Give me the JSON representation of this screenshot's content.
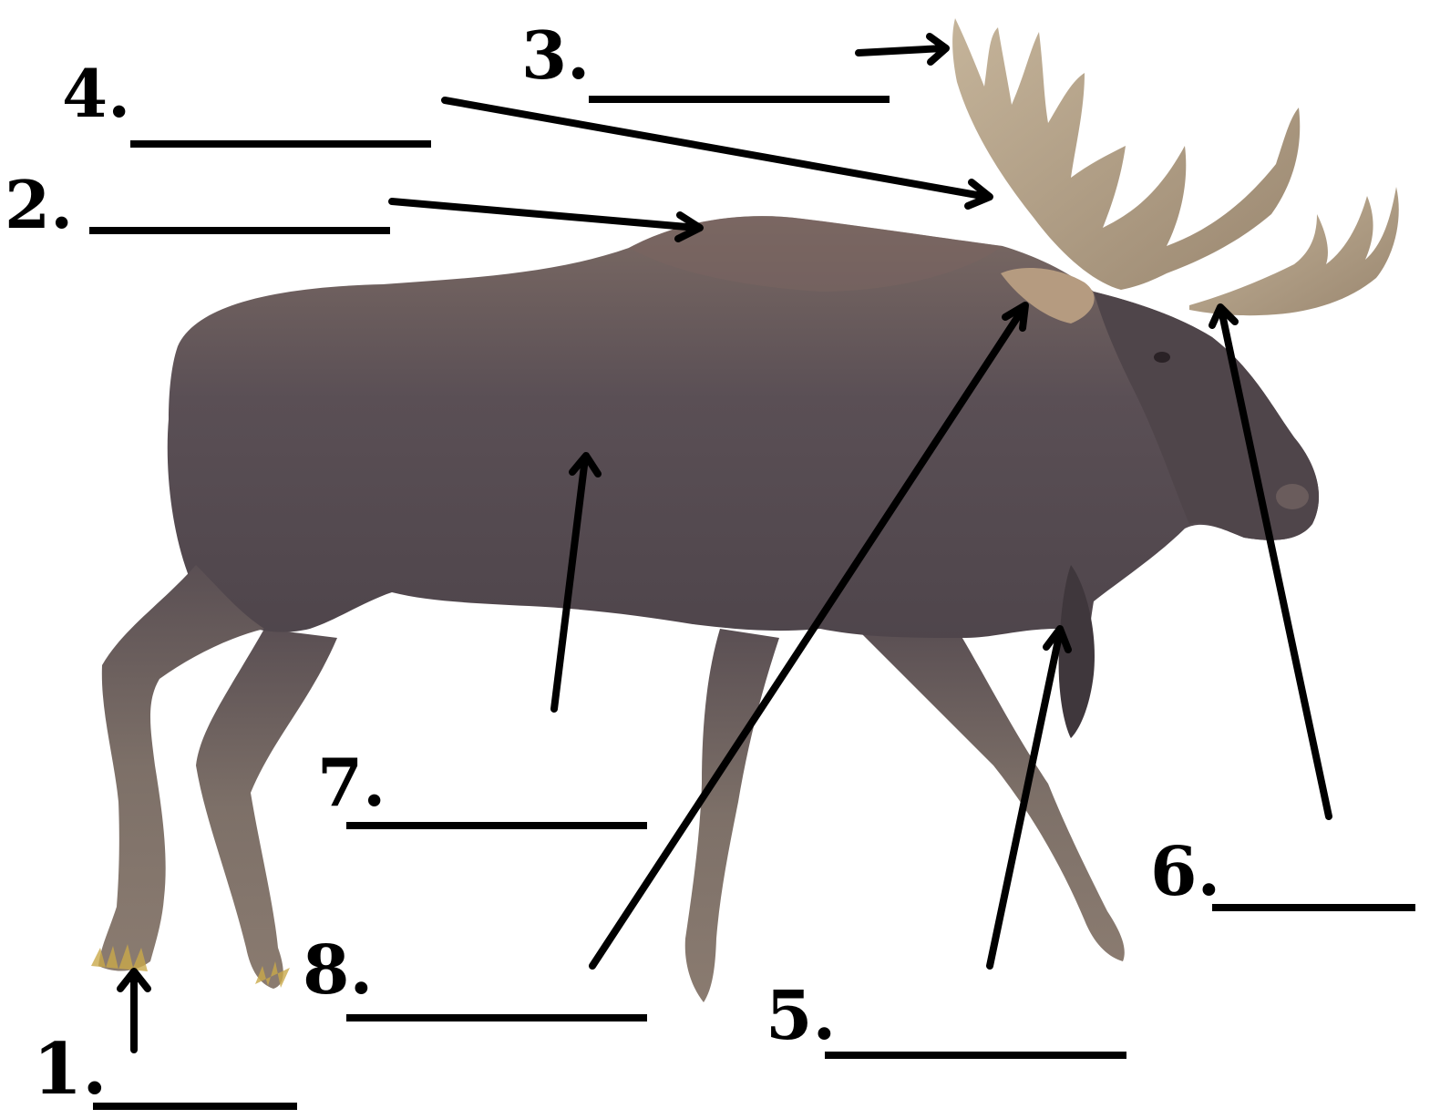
{
  "worksheet": {
    "labels": [
      {
        "id": "1",
        "text": "1."
      },
      {
        "id": "2",
        "text": "2."
      },
      {
        "id": "3",
        "text": "3."
      },
      {
        "id": "4",
        "text": "4."
      },
      {
        "id": "5",
        "text": "5."
      },
      {
        "id": "6",
        "text": "6."
      },
      {
        "id": "7",
        "text": "7."
      },
      {
        "id": "8",
        "text": "8."
      }
    ]
  },
  "colors": {
    "ink": "#000000",
    "fur_dark": "#4a4147",
    "fur_mid": "#5c5256",
    "fur_light": "#8a7a70",
    "antler": "#b7a58c",
    "leg": "#7d7068",
    "hoof_grass": "#c9a94a"
  }
}
